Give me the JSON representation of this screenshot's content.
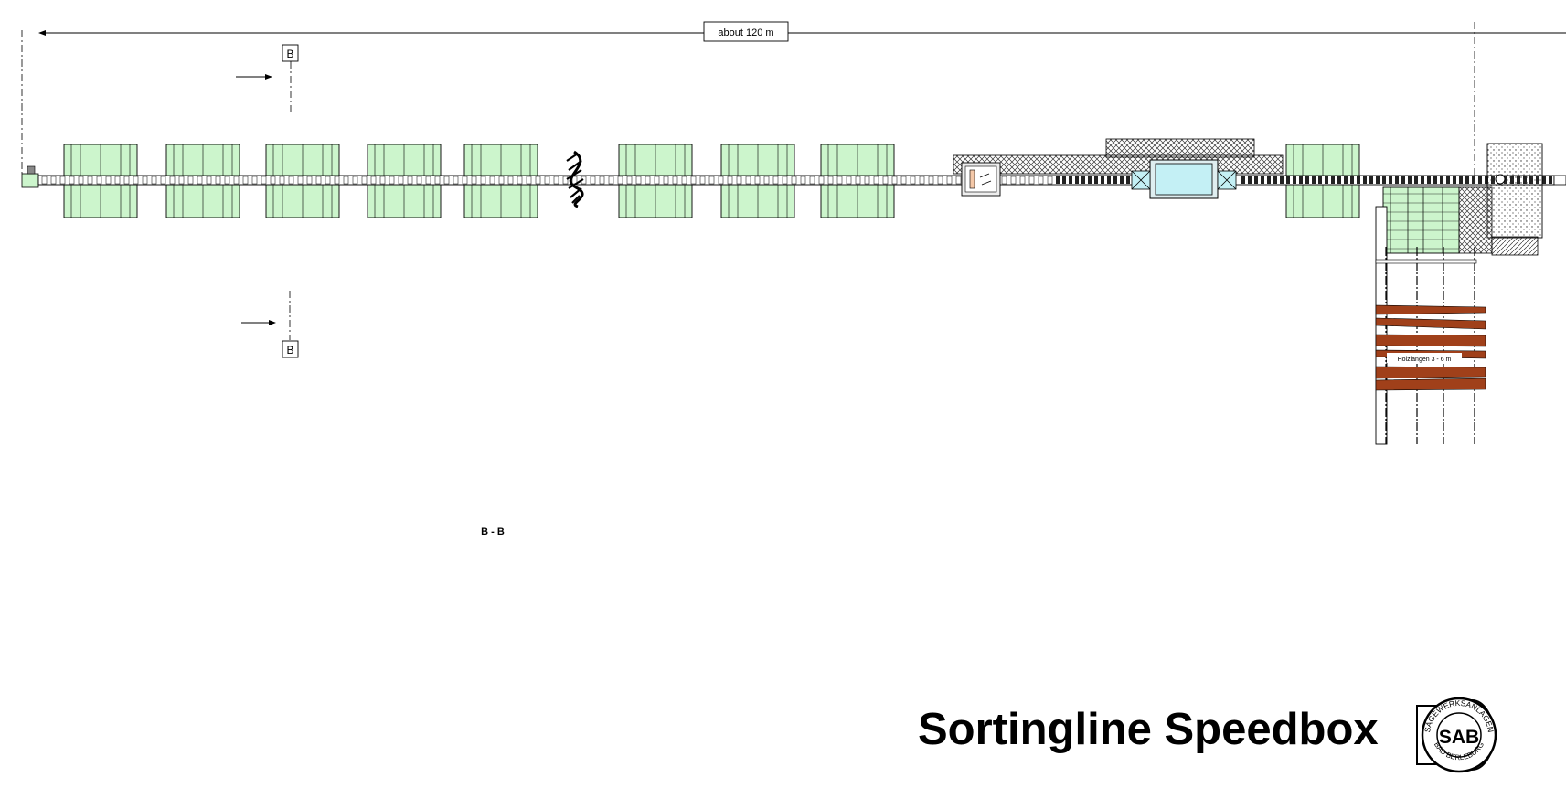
{
  "dimension": {
    "label": "about 120 m"
  },
  "section_markers": {
    "top": "B",
    "bottom": "B",
    "view_label": "B - B"
  },
  "hall_note": "Holzlängen 3 - 6  m",
  "title": "Sortingline Speedbox",
  "logo": {
    "initials": "SAB",
    "ring_top": "SÄGEWERKSANLAGEN",
    "ring_bottom": "BAD BERLEBURG"
  },
  "colors": {
    "bin": "#ccf5cc",
    "scanner": "#c4f0f5",
    "timber": "#a0401a",
    "conveyor_dark": "#222222"
  }
}
